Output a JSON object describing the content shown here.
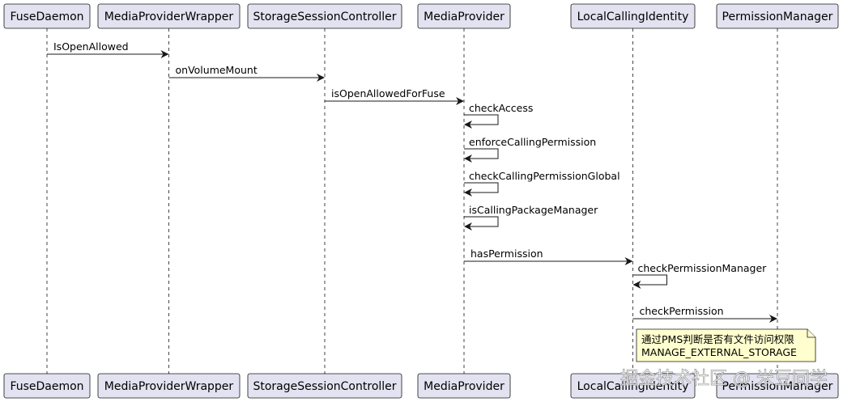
{
  "participants": [
    {
      "id": "fuse",
      "label": "FuseDaemon"
    },
    {
      "id": "mpw",
      "label": "MediaProviderWrapper"
    },
    {
      "id": "ssc",
      "label": "StorageSessionController"
    },
    {
      "id": "mp",
      "label": "MediaProvider"
    },
    {
      "id": "lci",
      "label": "LocalCallingIdentity"
    },
    {
      "id": "pm",
      "label": "PermissionManager"
    }
  ],
  "messages": [
    {
      "from": "fuse",
      "to": "mpw",
      "label": "IsOpenAllowed"
    },
    {
      "from": "mpw",
      "to": "ssc",
      "label": "onVolumeMount"
    },
    {
      "from": "ssc",
      "to": "mp",
      "label": "isOpenAllowedForFuse"
    },
    {
      "from": "mp",
      "to": "mp",
      "label": "checkAccess"
    },
    {
      "from": "mp",
      "to": "mp",
      "label": "enforceCallingPermission"
    },
    {
      "from": "mp",
      "to": "mp",
      "label": "checkCallingPermissionGlobal"
    },
    {
      "from": "mp",
      "to": "mp",
      "label": "isCallingPackageManager"
    },
    {
      "from": "mp",
      "to": "lci",
      "label": "hasPermission"
    },
    {
      "from": "lci",
      "to": "lci",
      "label": "checkPermissionManager"
    },
    {
      "from": "lci",
      "to": "pm",
      "label": "checkPermission"
    }
  ],
  "note": {
    "over": "lci",
    "lines": [
      "通过PMS判断是否有文件访问权限",
      "MANAGE_EXTERNAL_STORAGE"
    ]
  },
  "watermark": "掘金技术社区 @ 米豆同学"
}
